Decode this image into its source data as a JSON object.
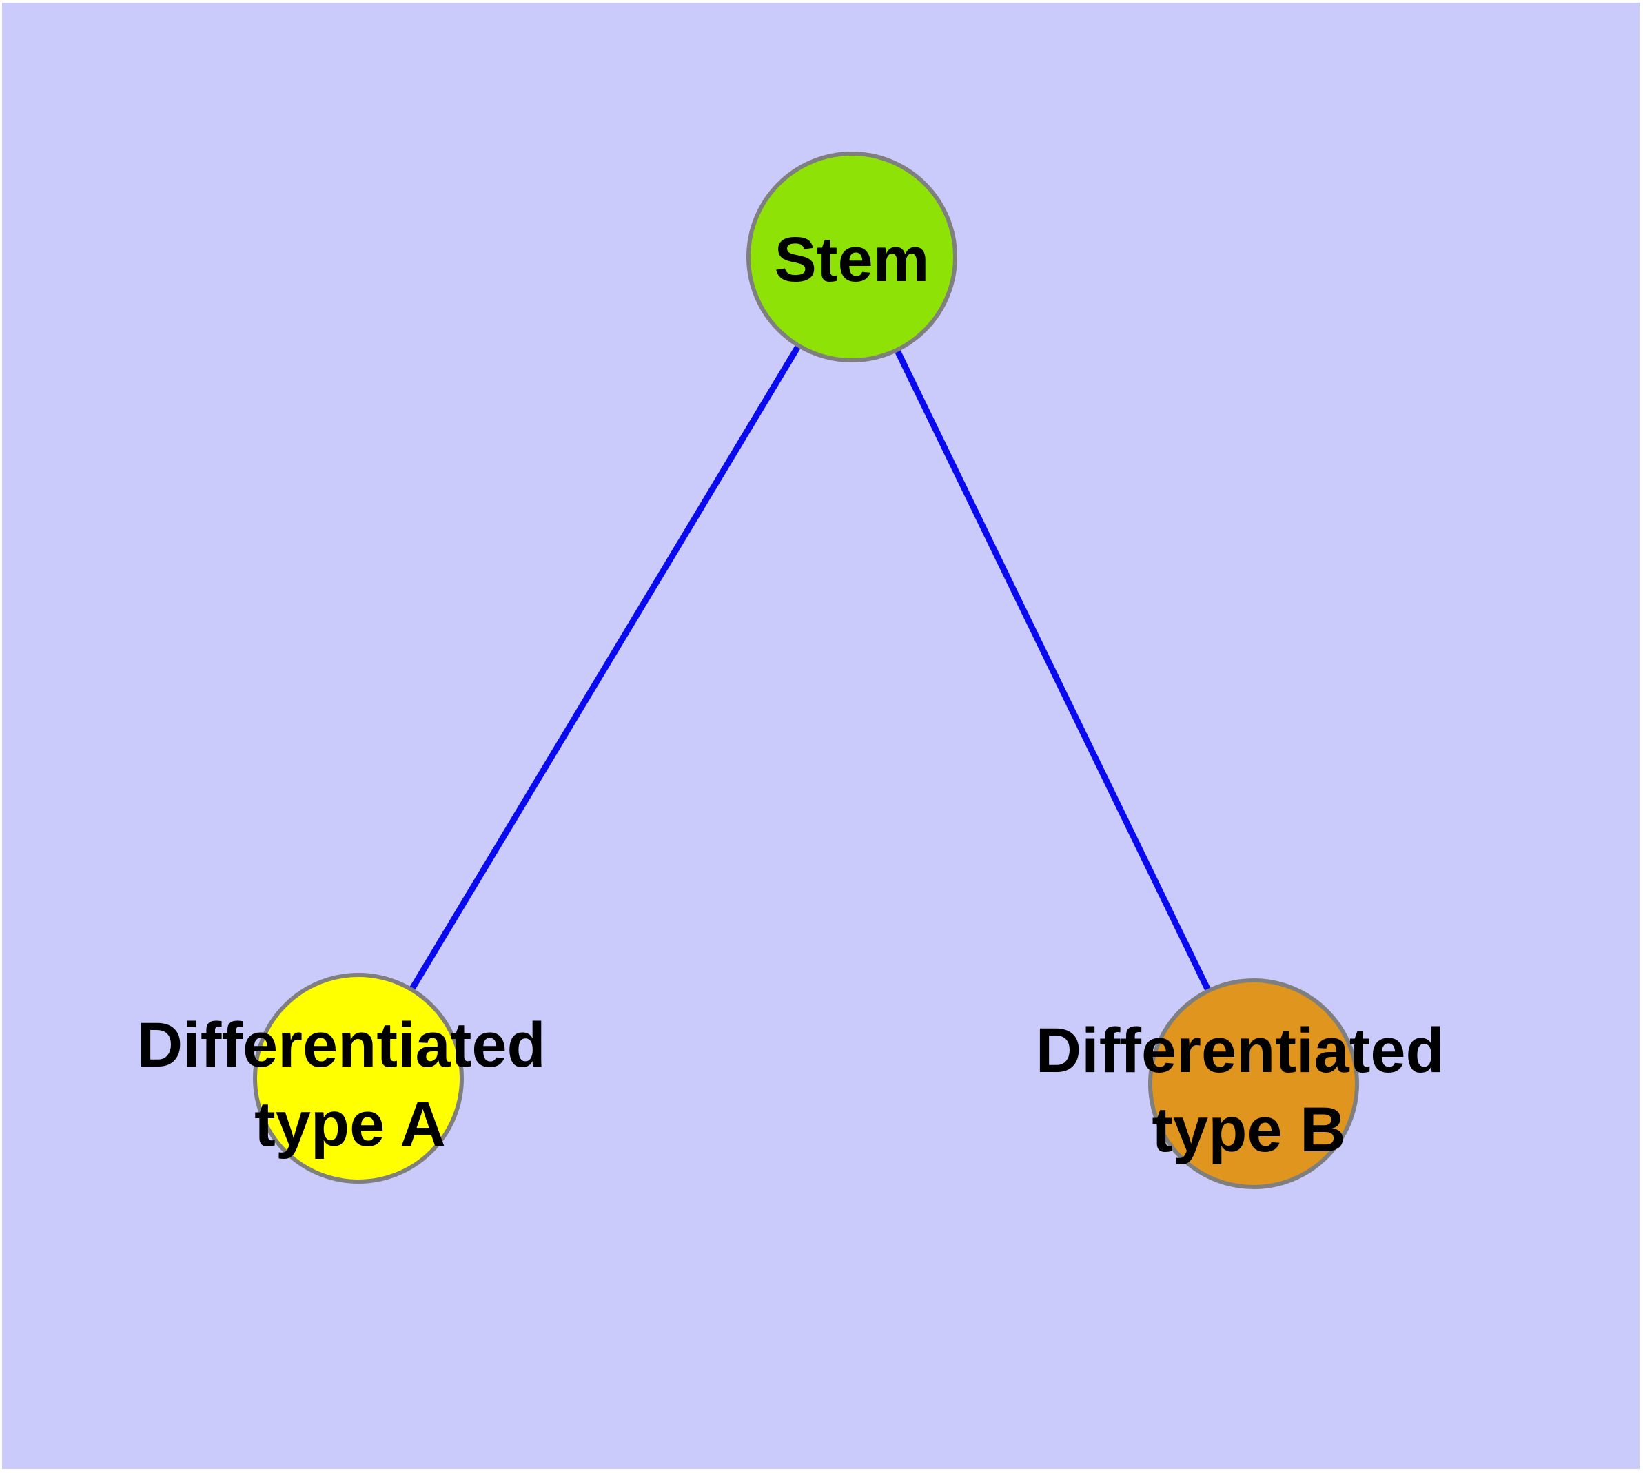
{
  "diagram": {
    "background_color": "#CBCBFB",
    "page_margin_color": "#FFFFFF",
    "edge_color": "#0A0AEE",
    "node_border_color": "#7F7F7F",
    "label_color": "#000000",
    "nodes": {
      "stem": {
        "label": "Stem",
        "color": "#8FE206"
      },
      "type_a": {
        "label_line1": "Differentiated",
        "label_line2": "type A",
        "color": "#FFFF00"
      },
      "type_b": {
        "label_line1": "Differentiated",
        "label_line2": "type B",
        "color": "#DF951E"
      }
    },
    "edges": [
      {
        "from": "Stem",
        "to": "Differentiated type A"
      },
      {
        "from": "Stem",
        "to": "Differentiated type B"
      }
    ]
  }
}
